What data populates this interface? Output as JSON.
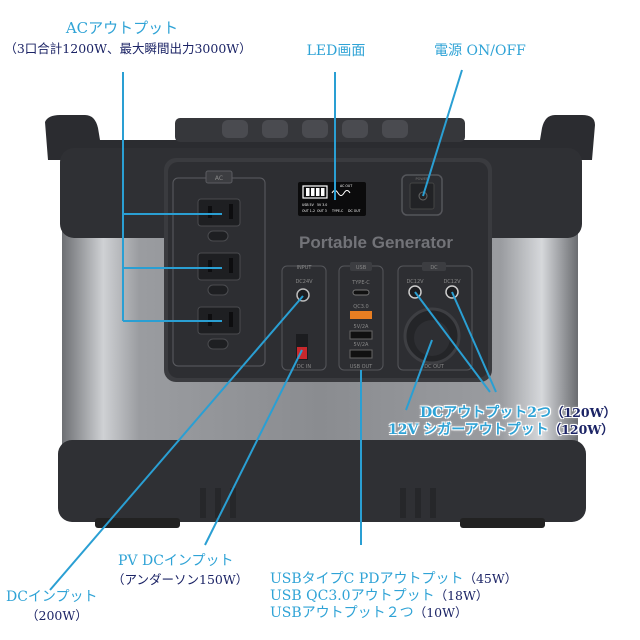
{
  "product": {
    "brand_text": "Portable Generator",
    "panel_labels": {
      "ac": "AC",
      "input": "INPUT",
      "dc24v": "DC24V",
      "dc_in": "DC IN",
      "usb": "USB",
      "type_c": "TYPE-C",
      "qc": "QC3.0",
      "usb1": "5V/2A",
      "usb2": "5V/2A",
      "usb_out": "USB OUT",
      "dc": "DC",
      "dc12v_a": "DC12V",
      "dc12v_b": "DC12V",
      "dc_out": "DC OUT",
      "power": "POWER"
    },
    "screen": {
      "ac_out": "AC OUT",
      "usb5v": "USB 5V",
      "out12": "OUT 1-2",
      "qc": "5V 3.0",
      "out3": "OUT 3",
      "typec": "TYPE-C",
      "dcout": "DC OUT"
    }
  },
  "callouts": {
    "ac_output": {
      "title": "ACアウトプット",
      "detail": "（3口合計1200W、最大瞬間出力3000W）"
    },
    "led_screen": {
      "title": "LED画面"
    },
    "power": {
      "title": "電源 ON/OFF"
    },
    "dc_output": {
      "title": "DCアウトプット2つ",
      "detail": "（120W）"
    },
    "cigar_output": {
      "title": "12V シガーアウトプット",
      "detail": "（120W）"
    },
    "pv_input": {
      "title": "PV DCインプット",
      "detail": "（アンダーソン150W）"
    },
    "dc_input": {
      "title": "DCインプット",
      "detail": "（200W）"
    },
    "usb_c": {
      "title": "USBタイプC PDアウトプット",
      "detail": "（45W）"
    },
    "usb_qc": {
      "title": "USB QC3.0アウトプット",
      "detail": "（18W）"
    },
    "usb_a": {
      "title": "USBアウトプット２つ",
      "detail": "（10W）"
    }
  },
  "colors": {
    "callout_line": "#2a9fd3",
    "callout_text": "#2fa3d6",
    "detail_text": "#1c2466"
  }
}
